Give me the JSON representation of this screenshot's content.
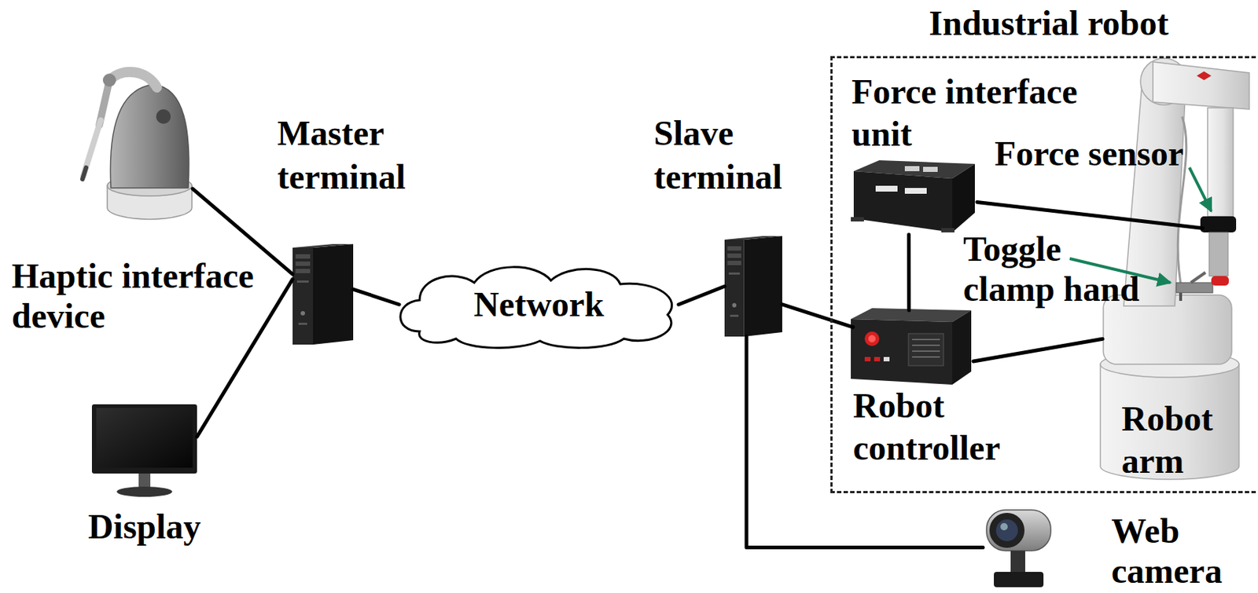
{
  "diagram": {
    "nodes": [
      {
        "text": [
          "Haptic interface device"
        ]
      },
      {
        "text": [
          "Display"
        ]
      },
      {
        "text": [
          "Master terminal"
        ]
      },
      {
        "text": [
          "Network"
        ]
      },
      {
        "text": [
          "Slave terminal"
        ]
      },
      {
        "text": [
          "Industrial robot"
        ]
      },
      {
        "text": [
          "Force interface unit"
        ],
        "in": 5
      },
      {
        "text": [
          "Robot controller"
        ],
        "in": 5
      },
      {
        "text": [
          "Robot arm"
        ],
        "in": 5
      },
      {
        "text": [
          "Force sensor"
        ],
        "in": 8
      },
      {
        "text": [
          "Toggle clamp hand"
        ],
        "in": 8
      },
      {
        "text": [
          "Web camera"
        ]
      }
    ],
    "edges": [
      {
        "from": 0,
        "to": 2,
        "arrow": "none"
      },
      {
        "from": 1,
        "to": 2,
        "arrow": "none"
      },
      {
        "from": 2,
        "to": 3,
        "arrow": "none"
      },
      {
        "from": 3,
        "to": 4,
        "arrow": "none"
      },
      {
        "from": 4,
        "to": 7,
        "arrow": "none"
      },
      {
        "from": 4,
        "to": 11,
        "arrow": "none"
      },
      {
        "from": 6,
        "to": 7,
        "arrow": "none"
      },
      {
        "from": 7,
        "to": 8,
        "arrow": "none"
      },
      {
        "from": 6,
        "to": 9,
        "arrow": "none"
      }
    ]
  }
}
